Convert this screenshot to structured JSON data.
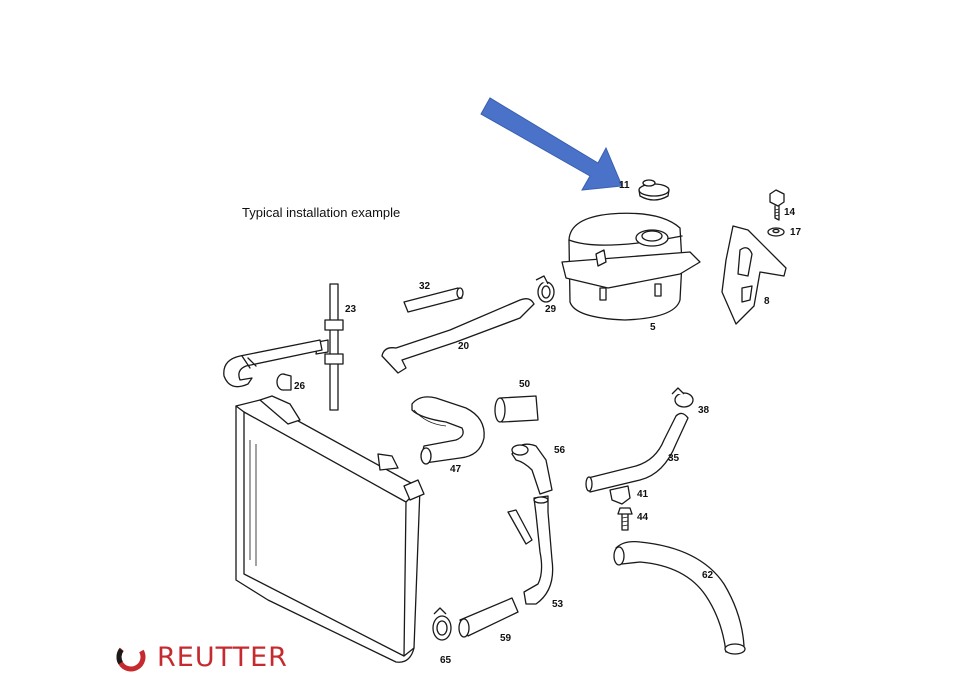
{
  "caption": "Typical installation example",
  "brand": {
    "name": "REUTTER",
    "color": "#c52a2f",
    "icon": "reutter-logo-icon"
  },
  "arrow": {
    "color": "#4a72c9",
    "target_part": "11"
  },
  "parts": [
    {
      "id": "5",
      "label": "5"
    },
    {
      "id": "8",
      "label": "8"
    },
    {
      "id": "11",
      "label": "11"
    },
    {
      "id": "14",
      "label": "14"
    },
    {
      "id": "17",
      "label": "17"
    },
    {
      "id": "20",
      "label": "20"
    },
    {
      "id": "23",
      "label": "23"
    },
    {
      "id": "26",
      "label": "26"
    },
    {
      "id": "29",
      "label": "29"
    },
    {
      "id": "32",
      "label": "32"
    },
    {
      "id": "35",
      "label": "35"
    },
    {
      "id": "38",
      "label": "38"
    },
    {
      "id": "41",
      "label": "41"
    },
    {
      "id": "44",
      "label": "44"
    },
    {
      "id": "47",
      "label": "47"
    },
    {
      "id": "50",
      "label": "50"
    },
    {
      "id": "53",
      "label": "53"
    },
    {
      "id": "56",
      "label": "56"
    },
    {
      "id": "59",
      "label": "59"
    },
    {
      "id": "62",
      "label": "62"
    },
    {
      "id": "65",
      "label": "65"
    }
  ]
}
